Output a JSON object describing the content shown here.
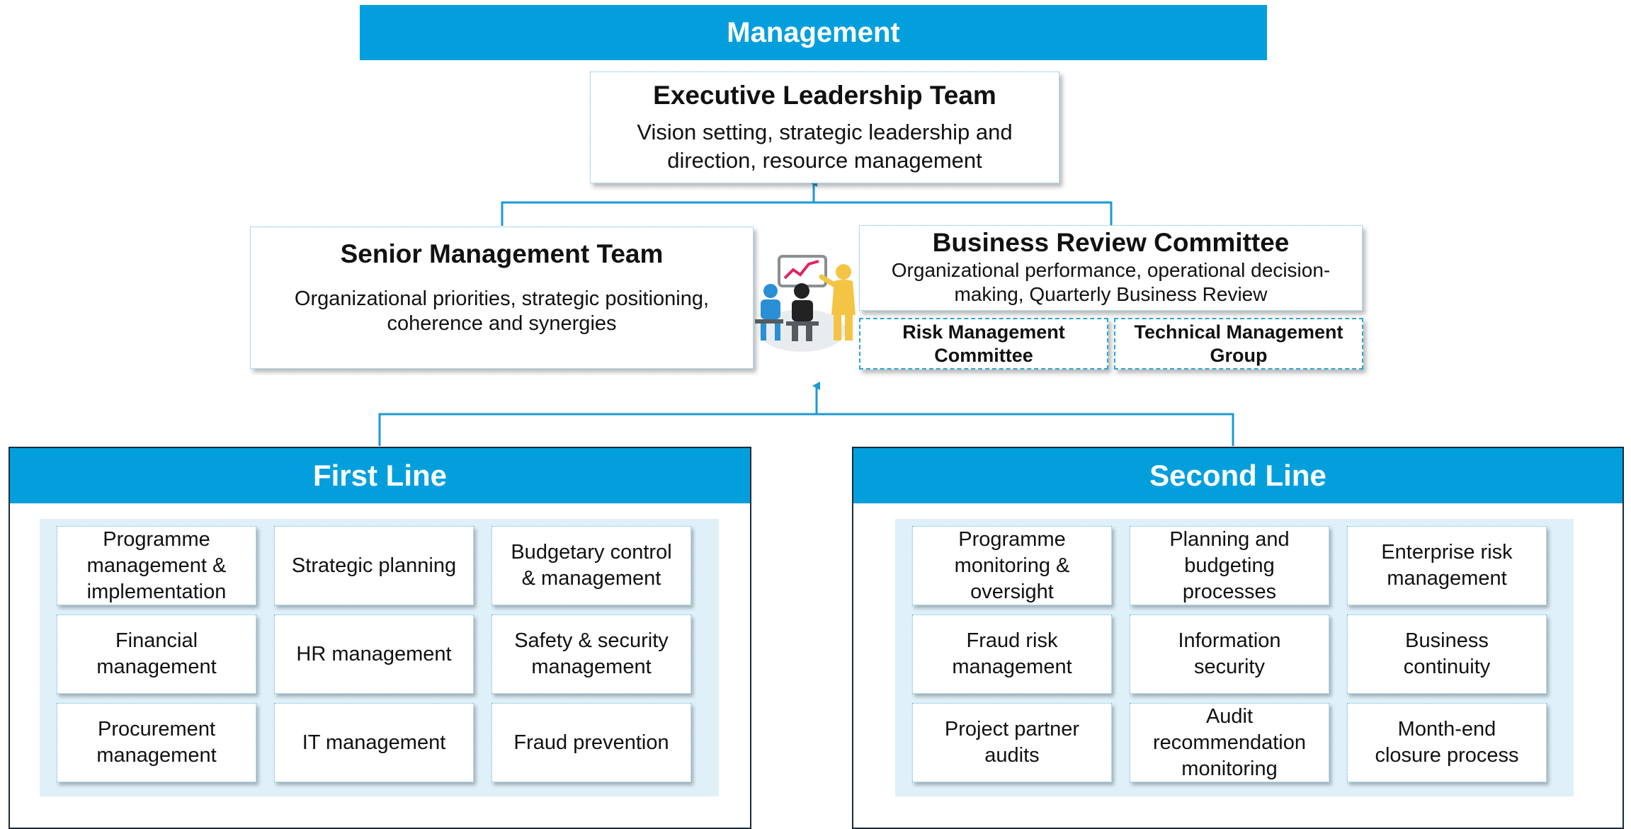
{
  "management": {
    "title": "Management"
  },
  "elt": {
    "title": "Executive Leadership Team",
    "desc_line1": "Vision setting, strategic leadership and",
    "desc_line2": "direction, resource management"
  },
  "smt": {
    "title": "Senior Management Team",
    "desc_line1": "Organizational priorities, strategic positioning,",
    "desc_line2": "coherence and synergies"
  },
  "brc": {
    "title": "Business Review Committee",
    "desc_line1": "Organizational performance, operational decision-",
    "desc_line2": "making, Quarterly Business Review"
  },
  "rmc": {
    "line1": "Risk Management",
    "line2": "Committee"
  },
  "tmg": {
    "line1": "Technical Management",
    "line2": "Group"
  },
  "first_line": {
    "title": "First Line",
    "items": [
      [
        "Programme",
        "management &",
        "implementation"
      ],
      [
        "Strategic planning"
      ],
      [
        "Budgetary control",
        "& management"
      ],
      [
        "Financial",
        "management"
      ],
      [
        "HR management"
      ],
      [
        "Safety & security",
        "management"
      ],
      [
        "Procurement",
        "management"
      ],
      [
        "IT management"
      ],
      [
        "Fraud prevention"
      ]
    ]
  },
  "second_line": {
    "title": "Second Line",
    "items": [
      [
        "Programme",
        "monitoring &",
        "oversight"
      ],
      [
        "Planning and",
        "budgeting",
        "processes"
      ],
      [
        "Enterprise risk",
        "management"
      ],
      [
        "Fraud risk",
        "management"
      ],
      [
        "Information",
        "security"
      ],
      [
        "Business",
        "continuity"
      ],
      [
        "Project partner",
        "audits"
      ],
      [
        "Audit",
        "recommendation",
        "monitoring"
      ],
      [
        "Month-end",
        "closure process"
      ]
    ]
  },
  "colors": {
    "accent": "#039fdd",
    "grid_bg": "#dff0f9",
    "panel_border": "#1a2a3a"
  },
  "icons": {
    "meeting": "meeting-presentation-icon"
  }
}
